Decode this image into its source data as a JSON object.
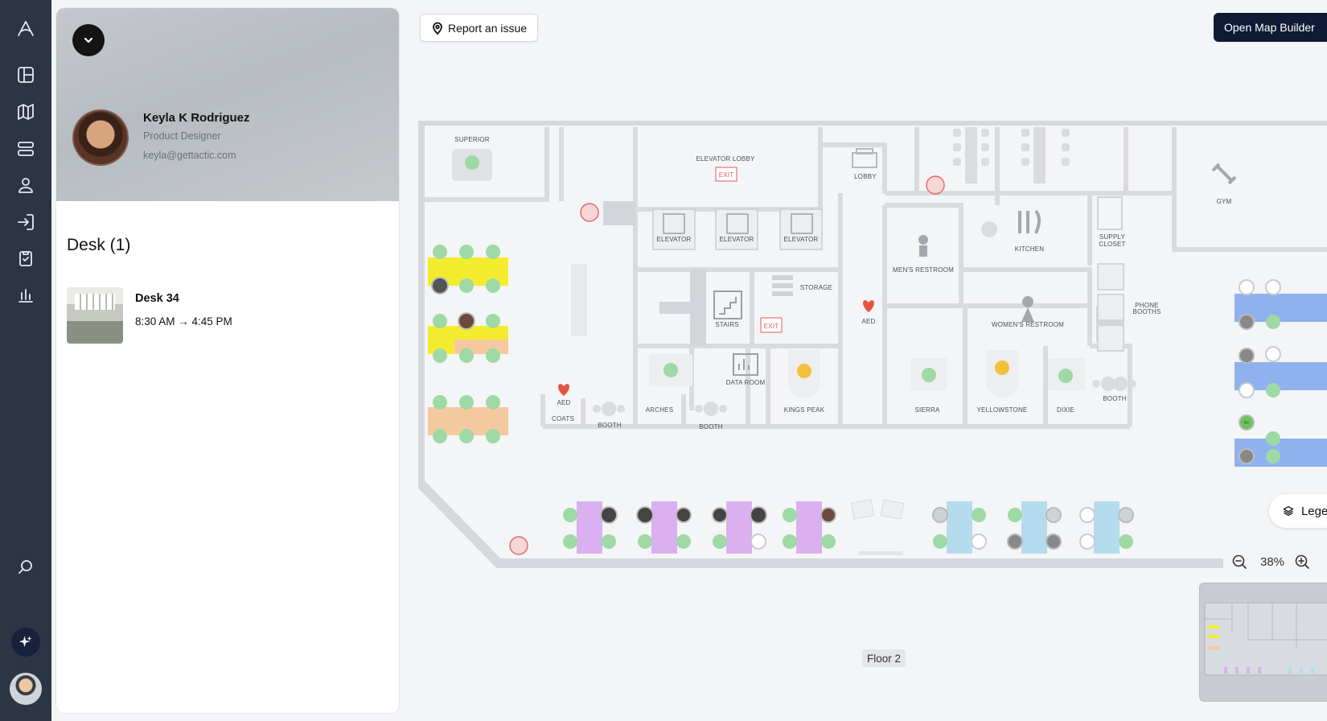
{
  "nav": {
    "items": [
      {
        "name": "logo-icon"
      },
      {
        "name": "dashboard-icon"
      },
      {
        "name": "map-icon"
      },
      {
        "name": "desks-icon"
      },
      {
        "name": "people-icon"
      },
      {
        "name": "check-in-icon"
      },
      {
        "name": "tasks-icon"
      },
      {
        "name": "analytics-icon"
      },
      {
        "name": "search-icon"
      }
    ]
  },
  "profile": {
    "name": "Keyla K Rodriguez",
    "role": "Product Designer",
    "email": "keyla@gettactic.com"
  },
  "bookings": {
    "section_title": "Desk (1)",
    "items": [
      {
        "title": "Desk 34",
        "time": "8:30 AM → 4:45 PM"
      }
    ]
  },
  "toolbar": {
    "report_label": "Report an issue",
    "builder_label": "Open Map Builder"
  },
  "map": {
    "rooms": {
      "superior": "SUPERIOR",
      "elevator_lobby": "ELEVATOR LOBBY",
      "exit": "EXIT",
      "lobby": "LOBBY",
      "elevator": "ELEVATOR",
      "storage": "STORAGE",
      "stairs": "STAIRS",
      "aed": "AED",
      "mens_restroom": "MEN'S RESTROOM",
      "kitchen": "KITCHEN",
      "supply_closet_1": "SUPPLY",
      "supply_closet_2": "CLOSET",
      "phone_booths_1": "PHONE",
      "phone_booths_2": "BOOTHS",
      "gym": "GYM",
      "womens_restroom": "WOMEN'S RESTROOM",
      "coats": "COATS",
      "booth": "BOOTH",
      "arches": "ARCHES",
      "data_room": "DATA ROOM",
      "kings_peak": "KINGS PEAK",
      "sierra": "SIERRA",
      "yellowstone": "YELLOWSTONE",
      "dixie": "DIXIE"
    },
    "desk_initials": "BK",
    "floor": "Floor 2"
  },
  "legend_label": "Legend",
  "zoom_level": "38%",
  "colors": {
    "nav_bg": "#2b3544",
    "primary_btn": "#101a35",
    "desk_yellow": "#f3ec2e",
    "desk_orange": "#f5c9a0",
    "desk_purple": "#dab0f0",
    "desk_cyan": "#b5dcee",
    "desk_blue": "#8fb2ee",
    "available": "#9fd9a5",
    "booked_room": "#f2c13a"
  }
}
